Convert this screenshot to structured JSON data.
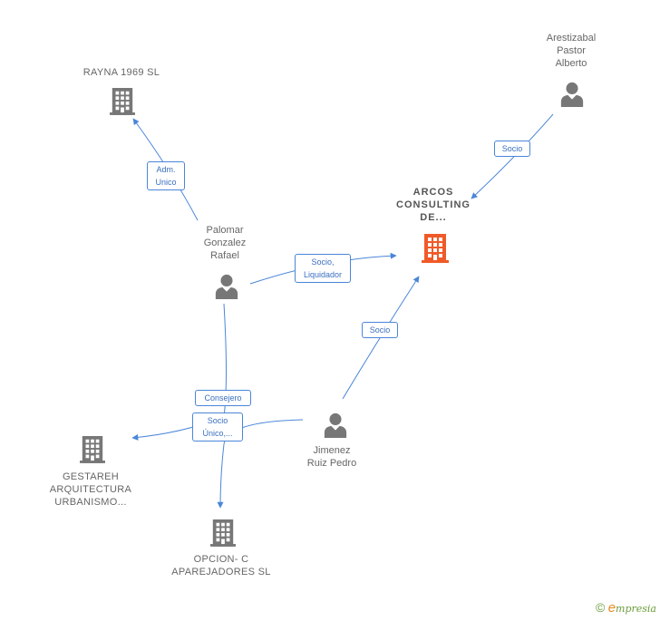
{
  "nodes": {
    "rayna": {
      "label": "RAYNA 1969 SL",
      "type": "company"
    },
    "arcos": {
      "label": "ARCOS\nCONSULTING\nDE...",
      "type": "company-focus"
    },
    "arestizabal": {
      "label": "Arestizabal\nPastor\nAlberto",
      "type": "person"
    },
    "palomar": {
      "label": "Palomar\nGonzalez\nRafael",
      "type": "person"
    },
    "jimenez": {
      "label": "Jimenez\nRuiz Pedro",
      "type": "person"
    },
    "gestareh": {
      "label": "GESTAREH\nARQUITECTURA\nURBANISMO...",
      "type": "company"
    },
    "opcion": {
      "label": "OPCION- C\nAPAREJADORES SL",
      "type": "company"
    }
  },
  "edges": {
    "adm_unico": "Adm.\nUnico",
    "socio_arestizabal": "Socio",
    "socio_liquidador": "Socio,\nLiquidador",
    "socio_jimenez": "Socio",
    "consejero": "Consejero",
    "socio_unico": "Socio\nÚnico,..."
  },
  "colors": {
    "edge": "#4a86d8",
    "icon": "#777777",
    "focus_icon": "#f05a28"
  },
  "footer": {
    "copyright": "©",
    "brand_initial": "e",
    "brand_rest": "mpresia"
  }
}
